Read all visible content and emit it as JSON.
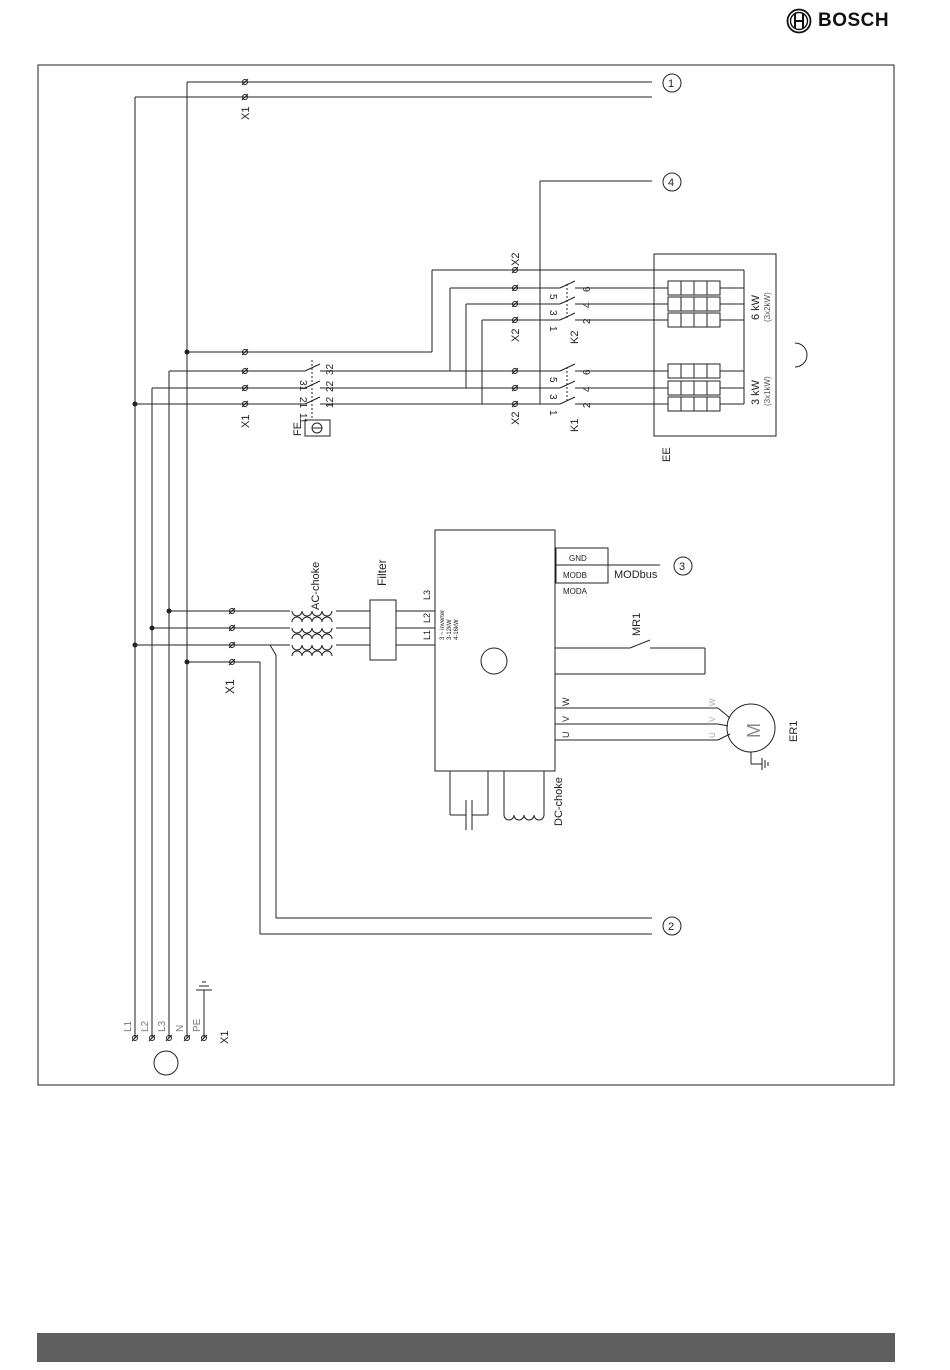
{
  "brand": {
    "name": "BOSCH"
  },
  "labels": {
    "x1": "X1",
    "x2": "X2",
    "ee": "EE",
    "k1": "K1",
    "k2": "K2",
    "fe": "FE",
    "kw6": "6 kW",
    "kw6sub": "(3x2kW)",
    "kw3": "3 kW",
    "kw3sub": "(3x1kW)",
    "ac_choke": "AC-choke",
    "filter": "Filter",
    "dc_choke": "DC-choke",
    "mr1": "MR1",
    "er1": "ER1",
    "motor": "M",
    "modbus": "MODbus",
    "gnd": "GND",
    "modb": "MODB",
    "moda": "MODA",
    "inverter1": "3 ~ inverter",
    "inverter2": "3-12kW",
    "inverter3": "4-16kW",
    "w": "W",
    "v": "V",
    "u": "U"
  },
  "terminals": {
    "L1": "L1",
    "L2": "L2",
    "L3": "L3",
    "N": "N",
    "PE": "PE",
    "fe_top": [
      "31",
      "21",
      "11"
    ],
    "fe_bot": [
      "32",
      "22",
      "12"
    ],
    "k_top": [
      "5",
      "3",
      "1"
    ],
    "k_bot": [
      "6",
      "4",
      "2"
    ],
    "inv_in": [
      "L1",
      "L2",
      "L3"
    ]
  },
  "markers": [
    "1",
    "2",
    "3",
    "4"
  ]
}
